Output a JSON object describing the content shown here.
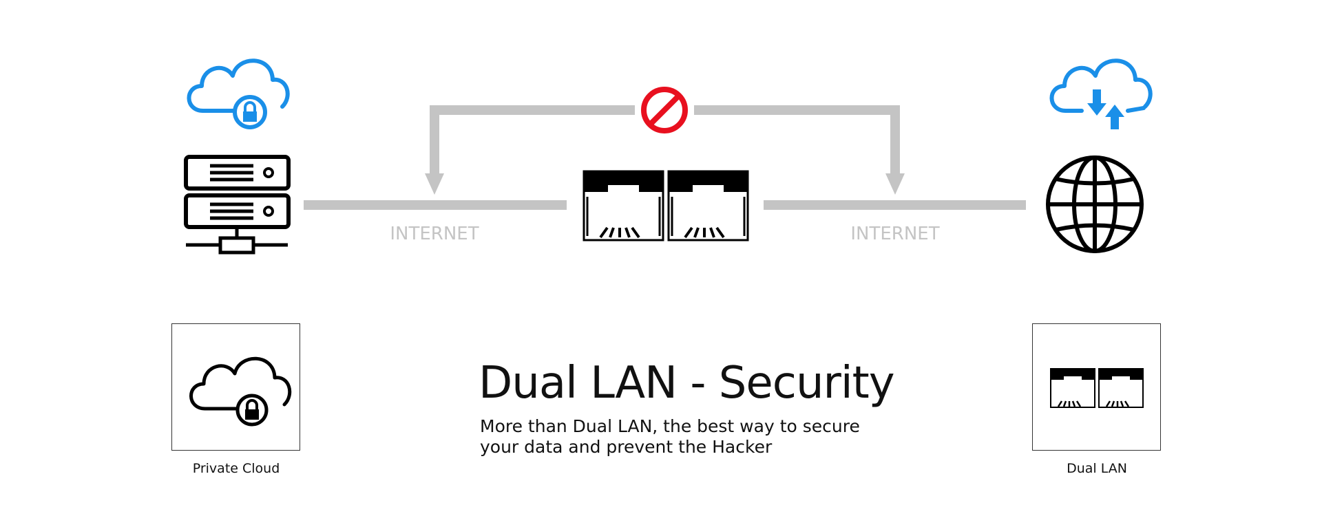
{
  "diagram": {
    "left_label": "INTERNET",
    "right_label": "INTERNET"
  },
  "icons": {
    "private_cloud_top": "cloud-lock-icon",
    "server": "server-icon",
    "blocked": "prohibited-icon",
    "dual_lan": "ethernet-ports-icon",
    "cloud_transfer": "cloud-upload-download-icon",
    "globe": "globe-icon"
  },
  "colors": {
    "accent_blue": "#1a8fe8",
    "block_red": "#e8101f",
    "line_gray": "#c4c4c4"
  },
  "features": [
    {
      "caption": "Private Cloud",
      "icon": "cloud-lock-icon"
    },
    {
      "caption": "Dual LAN",
      "icon": "ethernet-ports-icon"
    }
  ],
  "heading": {
    "title": "Dual LAN - Security",
    "description": "More than Dual LAN, the best way to secure your data and prevent the Hacker"
  }
}
